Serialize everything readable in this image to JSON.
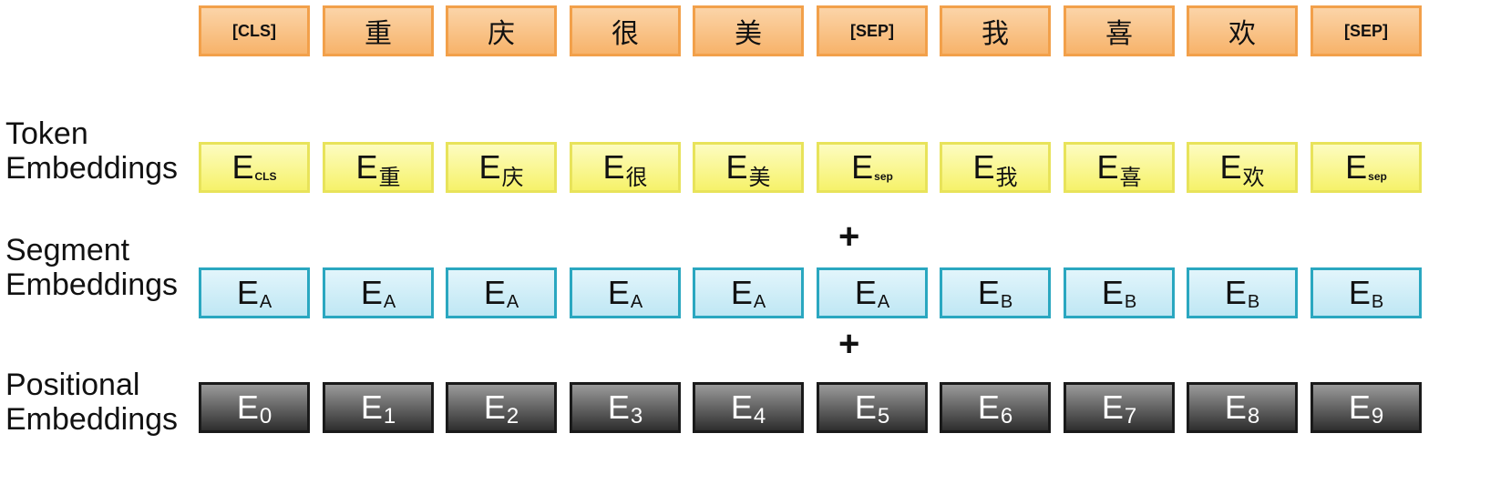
{
  "tokens": [
    "[CLS]",
    "重",
    "庆",
    "很",
    "美",
    "[SEP]",
    "我",
    "喜",
    "欢",
    "[SEP]"
  ],
  "labels": {
    "token": [
      "Token",
      "Embeddings"
    ],
    "segment": [
      "Segment",
      "Embeddings"
    ],
    "positional": [
      "Positional",
      "Embeddings"
    ]
  },
  "plus_symbol": "+",
  "embedding_letter": "E",
  "token_subscripts": [
    "CLS",
    "重",
    "庆",
    "很",
    "美",
    "sep",
    "我",
    "喜",
    "欢",
    "sep"
  ],
  "segment_subscripts": [
    "A",
    "A",
    "A",
    "A",
    "A",
    "A",
    "B",
    "B",
    "B",
    "B"
  ],
  "positional_subscripts": [
    "0",
    "1",
    "2",
    "3",
    "4",
    "5",
    "6",
    "7",
    "8",
    "9"
  ],
  "colors": {
    "token_fill": "#f7b36a",
    "token_border": "#f2a04a",
    "embedding_fill": "#f6f26a",
    "embedding_border": "#e8e35a",
    "segment_fill": "#bfe7f4",
    "segment_border": "#2aa7c0",
    "positional_fill": "#2e2e2e",
    "positional_border": "#1a1a1a"
  }
}
